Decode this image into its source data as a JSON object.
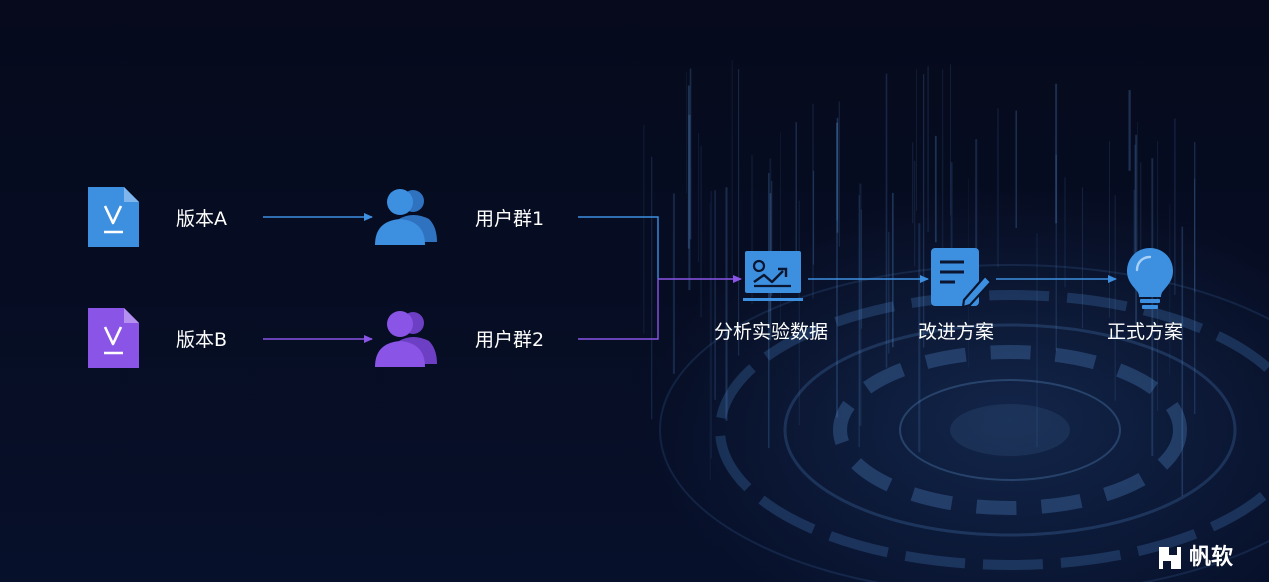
{
  "variants": [
    {
      "label": "版本A",
      "icon": "document-v-icon",
      "color": "#3d8fe0"
    },
    {
      "label": "版本B",
      "icon": "document-v-icon",
      "color": "#8a55e6"
    }
  ],
  "user_groups": [
    {
      "label": "用户群1",
      "icon": "users-icon",
      "color": "#3d8fe0"
    },
    {
      "label": "用户群2",
      "icon": "users-icon",
      "color": "#8a55e6"
    }
  ],
  "steps": [
    {
      "label": "分析实验数据",
      "icon": "chart-board-icon"
    },
    {
      "label": "改进方案",
      "icon": "edit-document-icon"
    },
    {
      "label": "正式方案",
      "icon": "lightbulb-icon"
    }
  ],
  "colors": {
    "blue": "#3d8fe0",
    "purple": "#8a55e6",
    "background": "#060a1d"
  },
  "brand": {
    "name": "帆软",
    "icon": "fanruan-logo-icon"
  }
}
